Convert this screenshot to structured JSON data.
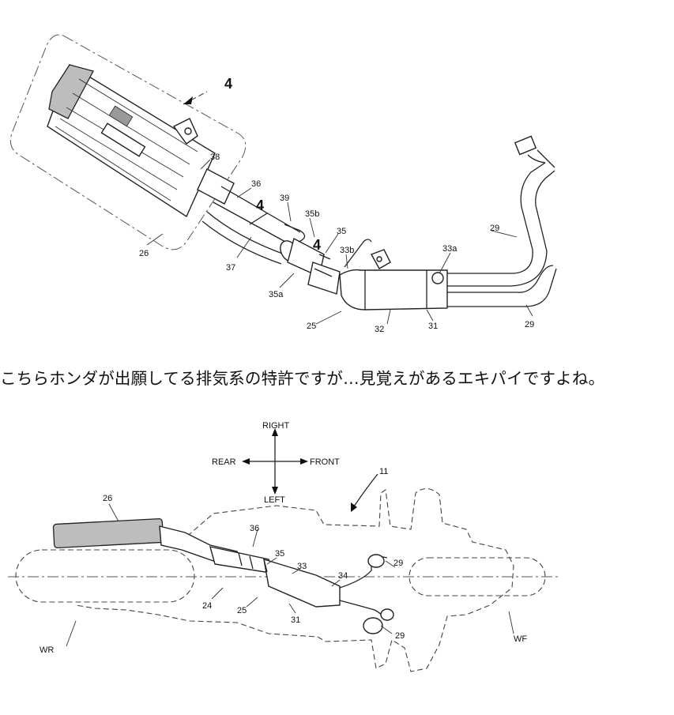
{
  "caption": "こちらホンダが出願してる排気系の特許ですが…見覚えがあるエキパイですよね。",
  "top_figure": {
    "section_marks": [
      "4",
      "4",
      "4"
    ],
    "labels": {
      "l26": "26",
      "l38": "38",
      "l36": "36",
      "l37": "37",
      "l39": "39",
      "l35b": "35b",
      "l35": "35",
      "l35a": "35a",
      "l33b": "33b",
      "l33a": "33a",
      "l29a": "29",
      "l29b": "29",
      "l25": "25",
      "l32": "32",
      "l31": "31"
    }
  },
  "bottom_figure": {
    "compass": {
      "up": "RIGHT",
      "down": "LEFT",
      "left": "REAR",
      "right": "FRONT"
    },
    "labels": {
      "l11": "11",
      "l26": "26",
      "l36": "36",
      "l35": "35",
      "l33": "33",
      "l34": "34",
      "l29a": "29",
      "l29b": "29",
      "l24": "24",
      "l25": "25",
      "l31": "31",
      "wr": "WR",
      "wf": "WF"
    }
  }
}
